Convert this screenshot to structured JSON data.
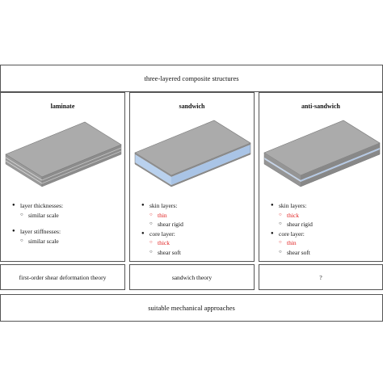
{
  "header": {
    "title": "three-layered composite structures"
  },
  "footer": {
    "title": "suitable mechanical approaches"
  },
  "columns": [
    {
      "title": "laminate",
      "plate_colors": {
        "top": "#a9a9a9",
        "layer": "#8f8f8f",
        "stripe": "#d0d0d0"
      },
      "props": [
        {
          "label": "layer thicknesses:",
          "sub": [
            {
              "text": "similar scale"
            }
          ]
        },
        {
          "label": "layer stiffnesses:",
          "sub": [
            {
              "text": "similar scale"
            }
          ]
        }
      ]
    },
    {
      "title": "sandwich",
      "plate_colors": {
        "top": "#a9a9a9",
        "layer": "#8f8f8f",
        "core": "#b9d1ee"
      },
      "props": [
        {
          "label": "skin layers:",
          "sub": [
            {
              "text": "thin"
            },
            {
              "text": "shear rigid"
            }
          ]
        },
        {
          "label": "core layer:",
          "sub": [
            {
              "text": "thick"
            },
            {
              "text": "shear soft"
            }
          ]
        }
      ]
    },
    {
      "title": "anti-sandwich",
      "plate_colors": {
        "top": "#a9a9a9",
        "layer": "#8f8f8f",
        "core": "#c4d4ea"
      },
      "props": [
        {
          "label": "skin layers:",
          "sub": [
            {
              "text": "thick"
            },
            {
              "text": "shear rigid"
            }
          ]
        },
        {
          "label": "core layer:",
          "sub": [
            {
              "text": "thin"
            },
            {
              "text": "shear soft"
            }
          ]
        }
      ]
    }
  ],
  "theories": [
    "first-order shear deformation theory",
    "sandwich theory",
    "?"
  ],
  "accent_color": "#e02020"
}
